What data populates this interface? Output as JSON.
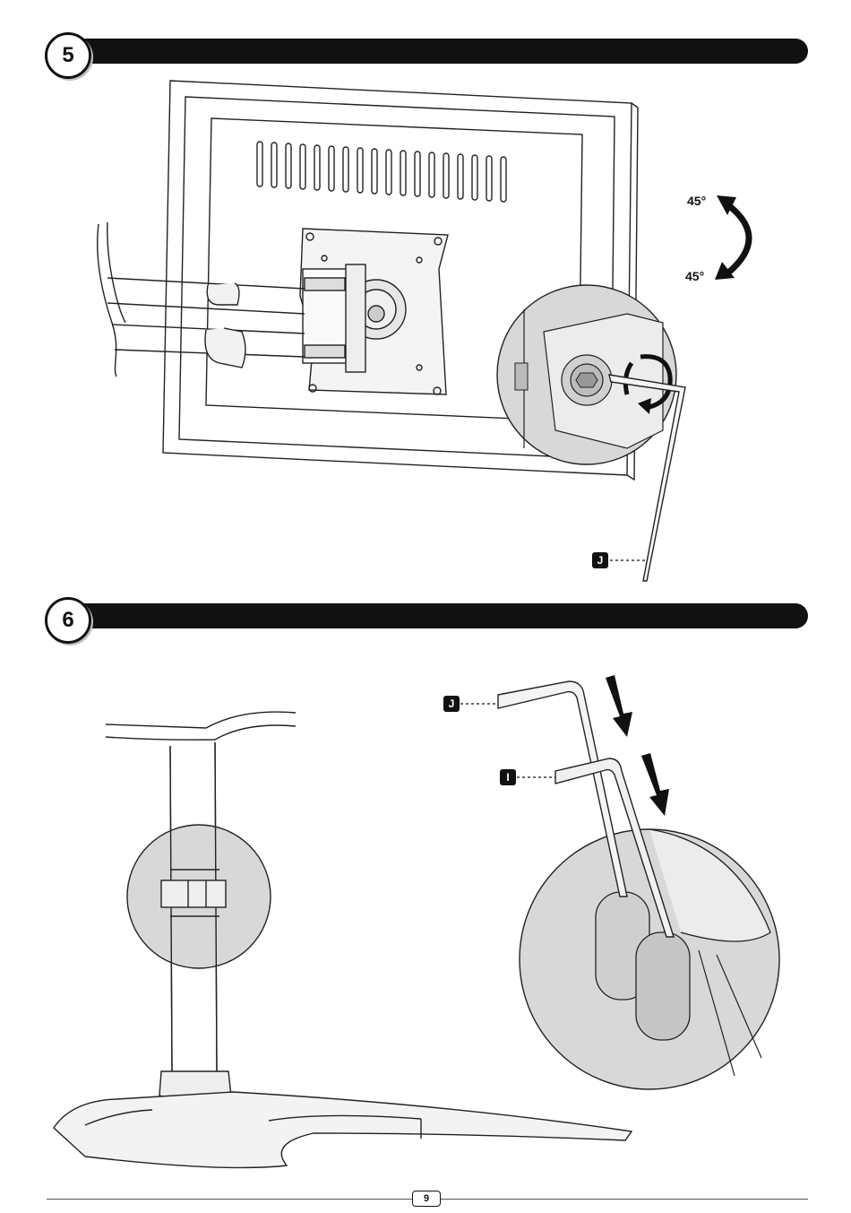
{
  "steps": [
    {
      "number": "5"
    },
    {
      "number": "6"
    }
  ],
  "step5": {
    "angle_top": "45°",
    "angle_bottom": "45°",
    "part_label": "J"
  },
  "step6": {
    "part_label_j": "J",
    "part_label_i": "I"
  },
  "footer": {
    "page_number": "9"
  },
  "colors": {
    "ink": "#111111",
    "detail_fill": "#d8d8d8",
    "background": "#ffffff"
  }
}
